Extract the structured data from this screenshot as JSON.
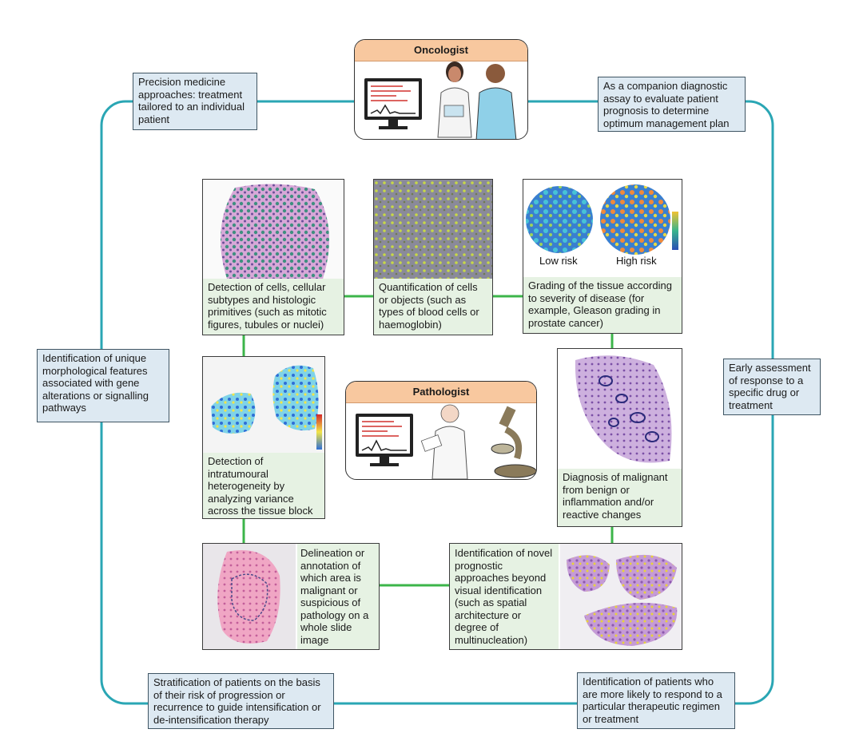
{
  "roles": {
    "oncologist": "Oncologist",
    "pathologist": "Pathologist"
  },
  "outer_notes": {
    "top_left": "Precision medicine approaches: treatment tailored to an individual patient",
    "top_right": "As a companion diagnostic assay to evaluate patient prognosis to determine optimum management plan",
    "mid_left": "Identification of unique morphological features associated with gene alterations or signalling pathways",
    "mid_right": "Early assessment of response to a specific drug or treatment",
    "bottom_left": "Stratification of patients on the basis of their risk of progression or recurrence to guide intensification or de-intensification therapy",
    "bottom_right": "Identification of patients who are more likely to respond to a particular therapeutic regimen or treatment"
  },
  "tasks": {
    "detection": "Detection of cells, cellular subtypes and histologic primitives (such as mitotic figures, tubules or nuclei)",
    "quantification": "Quantification of cells or objects (such as types of blood cells or haemoglobin)",
    "grading": "Grading of the tissue according to severity of disease (for example, Gleason grading in prostate cancer)",
    "heterogeneity": "Detection of intratumoural heterogeneity by analyzing variance across the tissue block",
    "diagnosis": "Diagnosis of malignant from benign or inflammation and/or reactive changes",
    "delineation": "Delineation or annotation of which area is malignant or suspicious of pathology on a whole slide image",
    "prognostic": "Identification of novel prognostic approaches beyond visual identification (such as spatial architecture or degree of multinucleation)"
  },
  "risk_labels": {
    "low": "Low risk",
    "high": "High risk"
  },
  "colors": {
    "loop": "#2aa6b4",
    "connector": "#3cb54a",
    "note_fill": "#dde9f2",
    "caption_fill": "#e6f2e3",
    "role_header": "#f8c89f"
  }
}
